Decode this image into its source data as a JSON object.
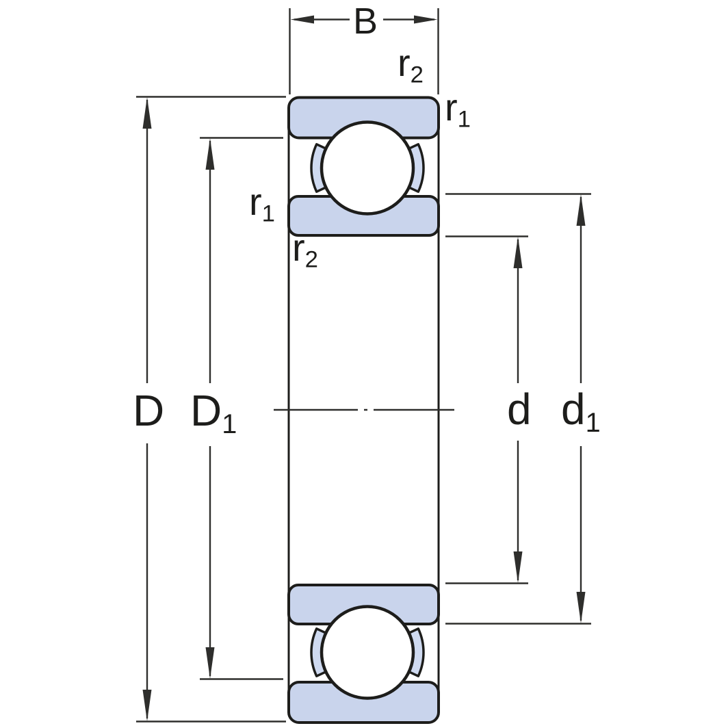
{
  "diagram": {
    "type": "deep-groove-ball-bearing-cross-section",
    "colors": {
      "background": "#ffffff",
      "ring_fill": "#c9d4ec",
      "groove_fill": "#cfdaf0",
      "outline": "#1d1d1b",
      "dimension_line": "#2e2e2c"
    },
    "labels": {
      "width": {
        "main": "B",
        "sub": ""
      },
      "outer_diameter": {
        "main": "D",
        "sub": ""
      },
      "outer_recess": {
        "main": "D",
        "sub": "1"
      },
      "bore_diameter": {
        "main": "d",
        "sub": ""
      },
      "inner_recess": {
        "main": "d",
        "sub": "1"
      },
      "chamfer_r1": {
        "main": "r",
        "sub": "1"
      },
      "chamfer_r2": {
        "main": "r",
        "sub": "2"
      }
    }
  }
}
